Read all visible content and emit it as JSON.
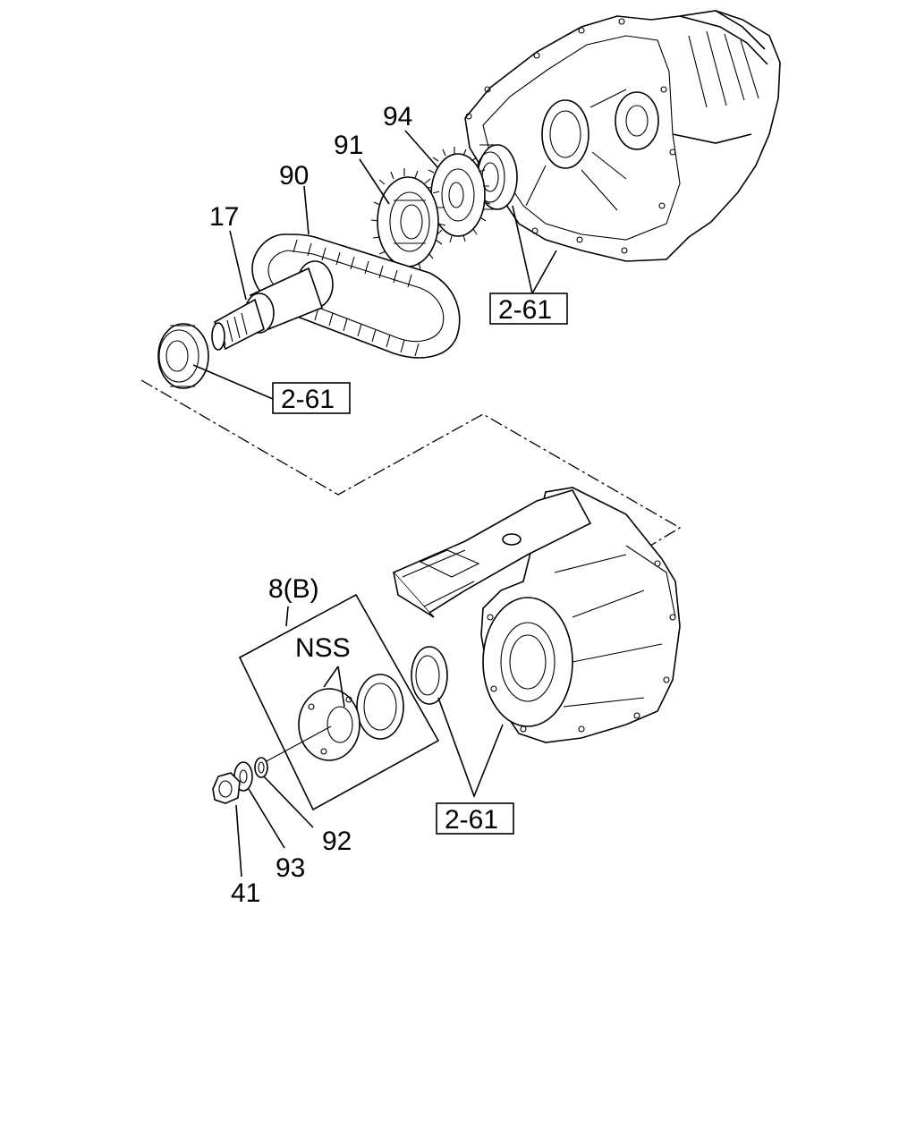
{
  "callouts": {
    "p94": "94",
    "p91": "91",
    "p90": "90",
    "p17": "17",
    "p8b": "8(B)",
    "nss": "NSS",
    "p92": "92",
    "p93": "93",
    "p41": "41"
  },
  "refs": {
    "ref_upper_right": "2-61",
    "ref_upper_left": "2-61",
    "ref_lower": "2-61"
  }
}
